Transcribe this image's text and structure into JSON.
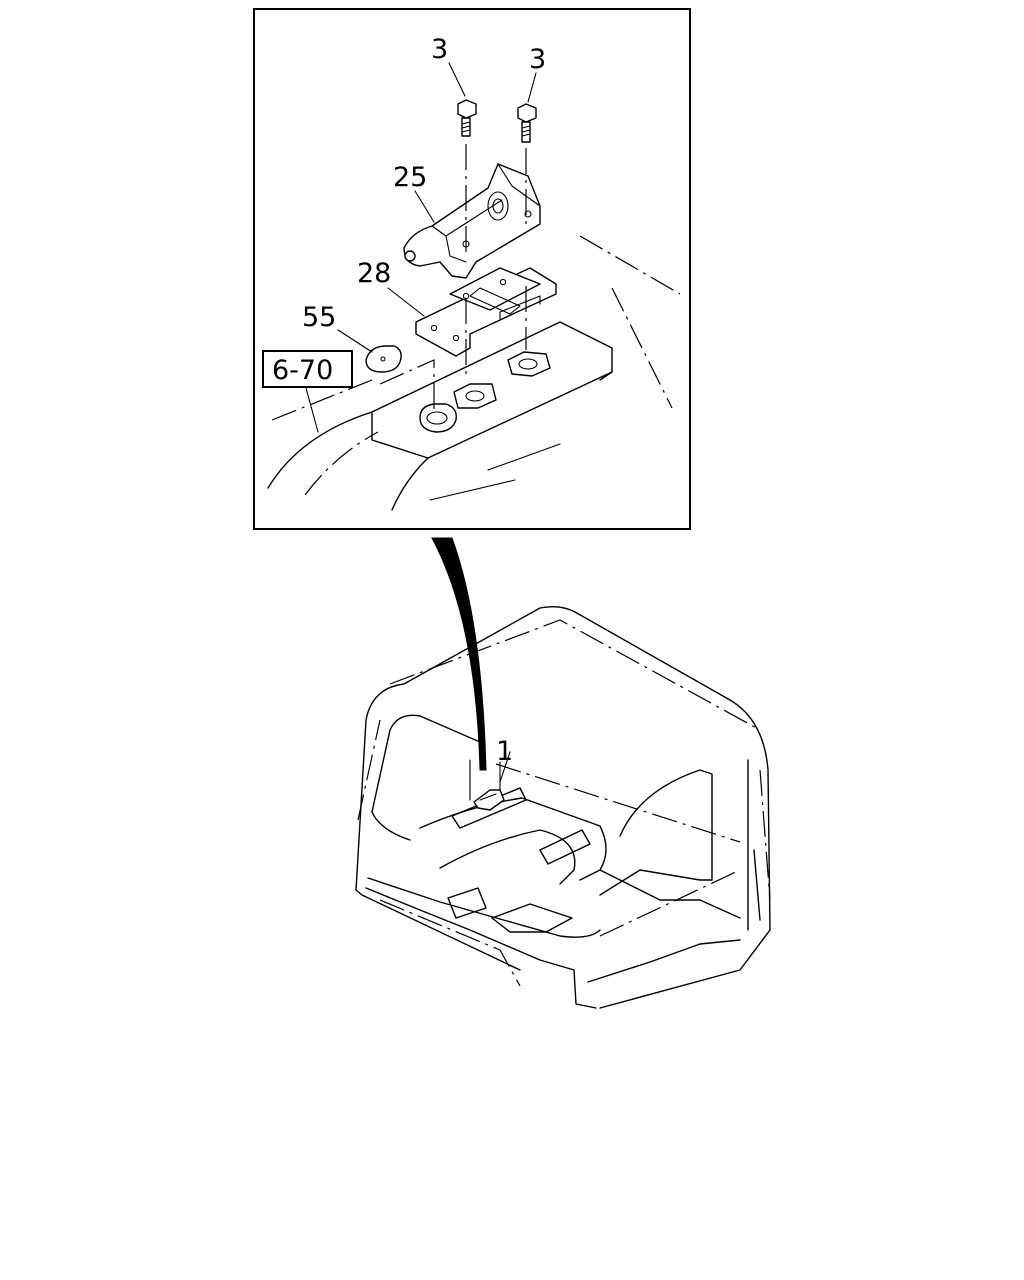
{
  "callouts": {
    "bolt_left": "3",
    "bolt_right": "3",
    "hinge": "25",
    "bracket": "28",
    "plug": "55",
    "reference": "6-70",
    "assembly": "1"
  }
}
